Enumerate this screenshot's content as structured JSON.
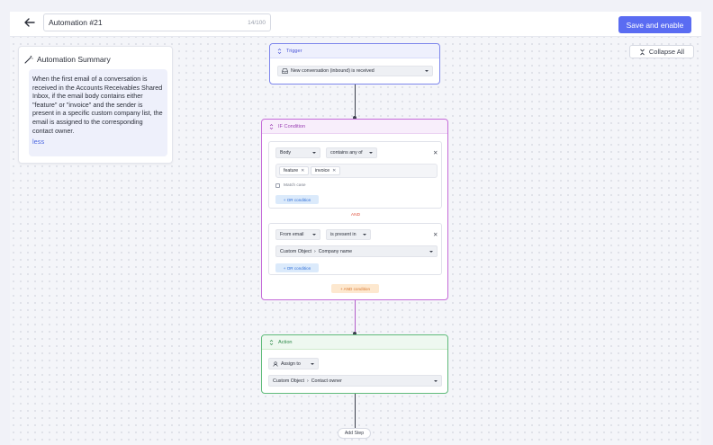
{
  "header": {
    "title_value": "Automation #21",
    "char_count": "14/100",
    "save_label": "Save and enable"
  },
  "toolbar": {
    "collapse_label": "Collapse All"
  },
  "summary": {
    "title": "Automation Summary",
    "text": "When the first email of a conversation is received in the Accounts Receivables Shared Inbox, if the email body contains either \"feature\" or \"invoice\" and the sender is present in a specific custom company list, the email is assigned to the corresponding contact owner.",
    "less_label": "less"
  },
  "trigger": {
    "title": "Trigger",
    "selected": "New conversation (inbound) is received"
  },
  "condition": {
    "title": "IF Condition",
    "group1": {
      "field": "Body",
      "operator": "contains any of",
      "chips": [
        "feature",
        "invoice"
      ],
      "match_case_label": "Match case",
      "or_label": "+ OR condition"
    },
    "and_label": "AND",
    "group2": {
      "field": "From email",
      "operator": "is present in",
      "object": "Custom Object",
      "object_field": "Company name",
      "or_label": "+ OR condition"
    },
    "add_and_label": "+ AND condition"
  },
  "action": {
    "title": "Action",
    "type": "Assign to",
    "object": "Custom Object",
    "object_field": "Contact owner"
  },
  "add_step_label": "Add Step",
  "colors": {
    "primary": "#5a6cf2",
    "trigger": "#7d86ec",
    "condition": "#c56ad8",
    "action": "#5fbb7a",
    "and_text": "#e0533f",
    "add_and_bg": "#fde8cf",
    "or_btn_bg": "#dbeafb"
  }
}
